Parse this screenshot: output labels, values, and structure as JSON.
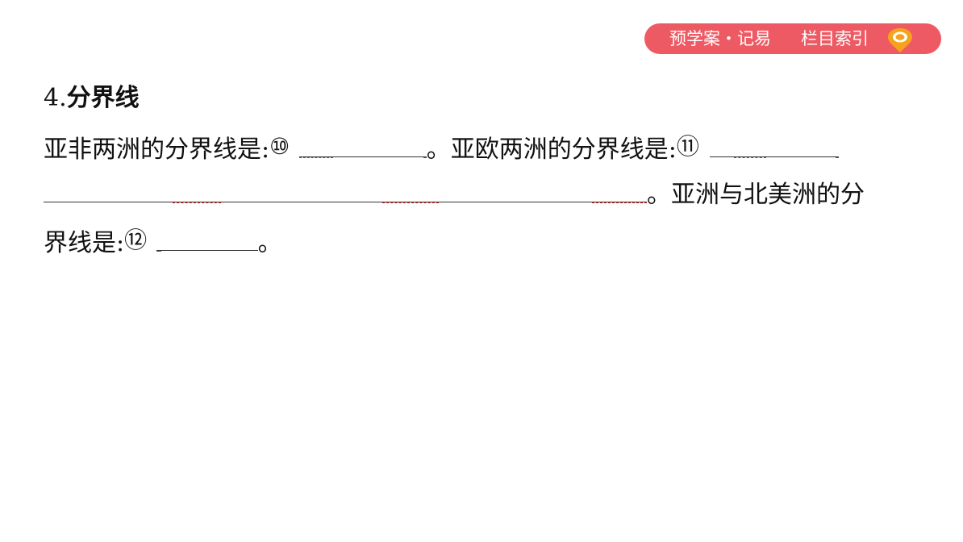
{
  "nav": {
    "section_label": "预学案・记易",
    "index_label": "栏目索引",
    "icon": "location-pin-icon",
    "accent": "#ee5a63",
    "pin_color": "#f7a21b"
  },
  "content": {
    "heading_number": "4.",
    "heading_title": "分界线",
    "q10_prefix": "亚非两洲的分界线是:",
    "q10_marker": "⑩",
    "q11_prefix": "。亚欧两洲的分界线是:",
    "q11_marker": "⑪",
    "q12_prefix": "。亚洲与北美洲的分",
    "q12_prefix_cont": "界线是:",
    "q12_marker": "⑫",
    "end_punct": "。"
  }
}
